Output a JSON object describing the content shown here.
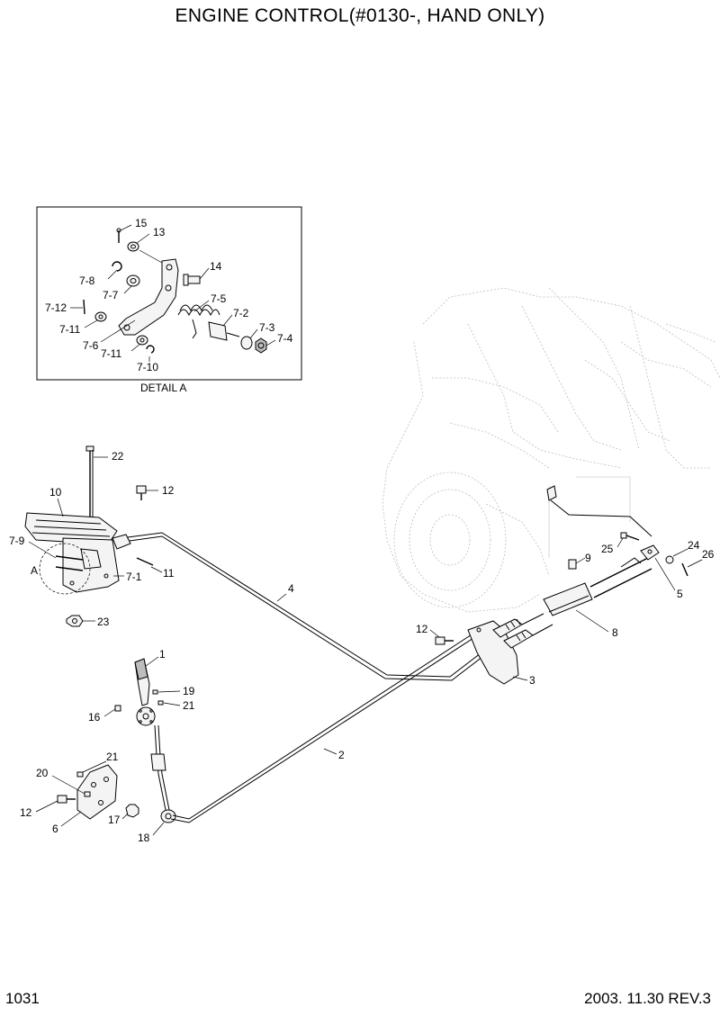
{
  "title": "ENGINE CONTROL(#0130-, HAND ONLY)",
  "page_number": "1031",
  "revision": "2003. 11.30  REV.3",
  "detail_caption": "DETAIL A",
  "detail_ref": "A",
  "callouts": {
    "c1": "1",
    "c2": "2",
    "c3": "3",
    "c4": "4",
    "c5": "5",
    "c6": "6",
    "c8": "8",
    "c9": "9",
    "c10": "10",
    "c11": "11",
    "c12a": "12",
    "c12b": "12",
    "c12c": "12",
    "c13": "13",
    "c14": "14",
    "c15": "15",
    "c16": "16",
    "c17": "17",
    "c18": "18",
    "c19": "19",
    "c20": "20",
    "c21a": "21",
    "c21b": "21",
    "c22": "22",
    "c23": "23",
    "c24": "24",
    "c25": "25",
    "c26": "26",
    "c7_1": "7-1",
    "c7_2": "7-2",
    "c7_3": "7-3",
    "c7_4": "7-4",
    "c7_5": "7-5",
    "c7_6": "7-6",
    "c7_7": "7-7",
    "c7_8": "7-8",
    "c7_9": "7-9",
    "c7_10": "7-10",
    "c7_11a": "7-11",
    "c7_11b": "7-11",
    "c7_12": "7-12"
  }
}
